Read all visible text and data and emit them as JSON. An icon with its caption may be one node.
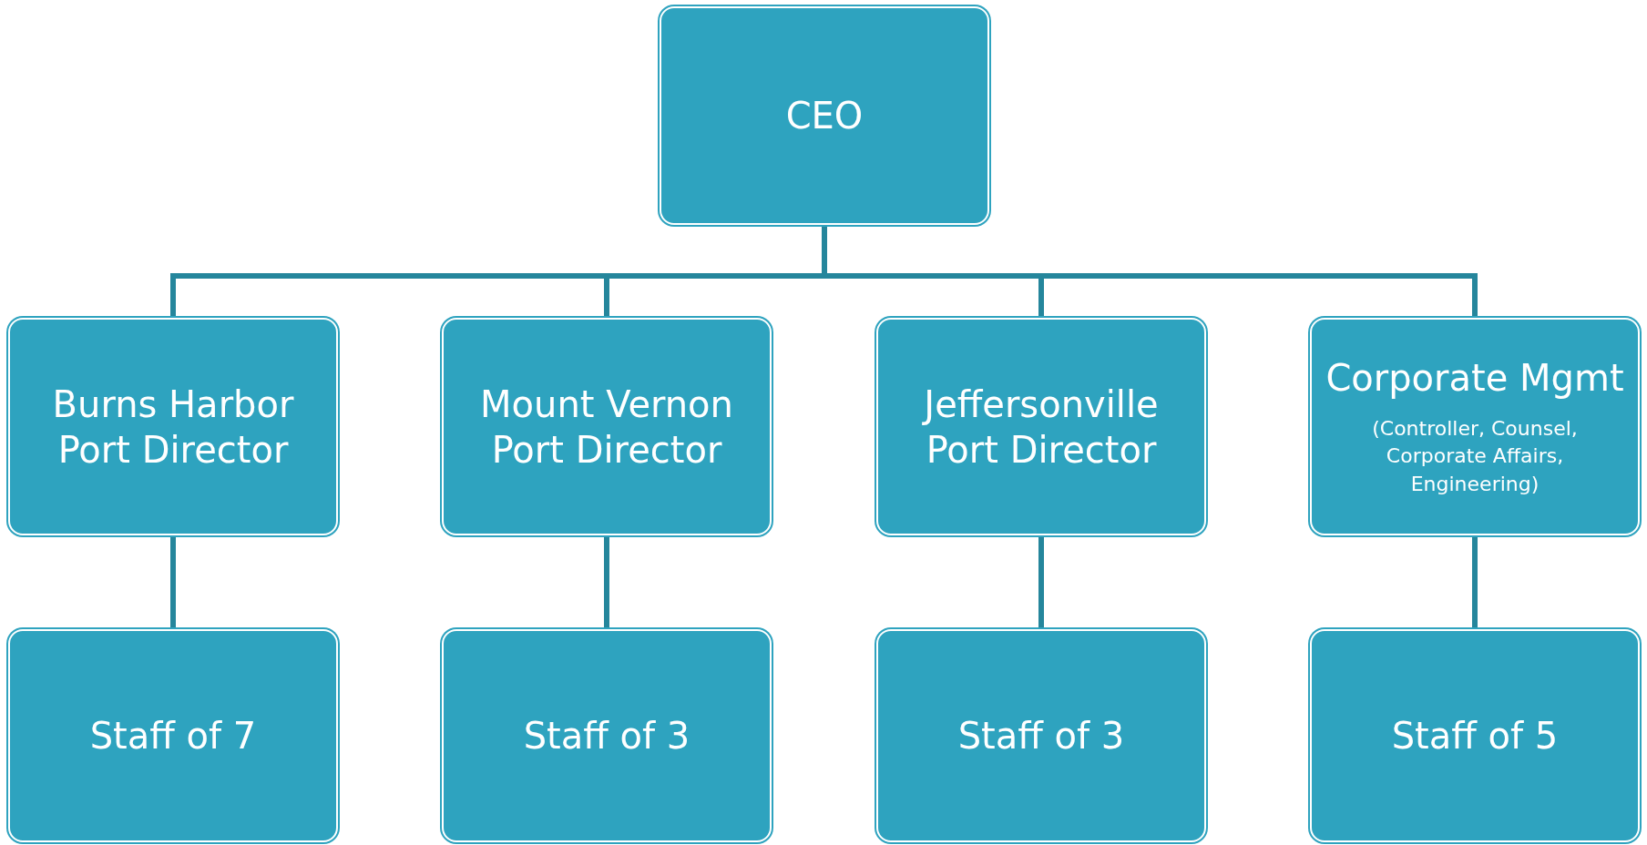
{
  "diagram": {
    "nodes": [
      {
        "text": [
          "CEO"
        ]
      },
      {
        "text": [
          "Burns Harbor Port Director"
        ]
      },
      {
        "text": [
          "Mount Vernon Port Director"
        ]
      },
      {
        "text": [
          "Jeffersonville Port Director"
        ]
      },
      {
        "text": [
          "Corporate Mgmt",
          "(Controller, Counsel, Corporate Affairs, Engineering)"
        ]
      },
      {
        "text": [
          "Staff of 7"
        ]
      },
      {
        "text": [
          "Staff of 3"
        ]
      },
      {
        "text": [
          "Staff of 3"
        ]
      },
      {
        "text": [
          "Staff of 5"
        ]
      }
    ],
    "edges": [
      {
        "from": 0,
        "to": 1,
        "arrow": "none"
      },
      {
        "from": 0,
        "to": 2,
        "arrow": "none"
      },
      {
        "from": 0,
        "to": 3,
        "arrow": "none"
      },
      {
        "from": 0,
        "to": 4,
        "arrow": "none"
      },
      {
        "from": 1,
        "to": 5,
        "arrow": "none"
      },
      {
        "from": 2,
        "to": 6,
        "arrow": "none"
      },
      {
        "from": 3,
        "to": 7,
        "arrow": "none"
      },
      {
        "from": 4,
        "to": 8,
        "arrow": "none"
      }
    ]
  }
}
